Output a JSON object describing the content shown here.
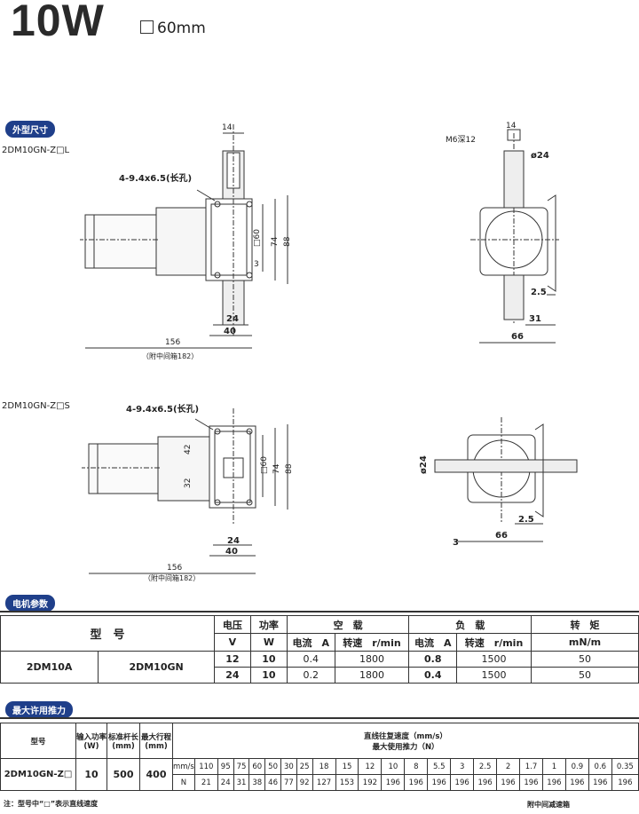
{
  "header": {
    "title": "10W",
    "size": "60mm"
  },
  "sections": {
    "dimensions": "外型尺寸",
    "motor_params": "电机参数",
    "max_thrust": "最大许用推力"
  },
  "drawing1": {
    "model": "2DM10GN-Z□L",
    "hole_note": "4-9.4x6.5(长孔)",
    "d14": "14",
    "d60": "□60",
    "d74": "74",
    "d88": "88",
    "d3": "3",
    "d24": "24",
    "d40": "40",
    "d156": "156",
    "note": "（附中间箱182）",
    "thread": "M6深12",
    "d14b": "14",
    "dia24": "ø24",
    "d25": "2.5",
    "d31": "31",
    "d66": "66"
  },
  "drawing2": {
    "model": "2DM10GN-Z□S",
    "hole_note": "4-9.4x6.5(长孔)",
    "d42": "42",
    "d32": "32",
    "d60": "□60",
    "d74": "74",
    "d88": "88",
    "d24": "24",
    "d40": "40",
    "d156": "156",
    "note": "（附中间箱182）",
    "dia24": "ø24",
    "d25": "2.5",
    "d3": "3",
    "d66": "66"
  },
  "params_table": {
    "h_model": "型　号",
    "h_voltage": "电压",
    "h_voltage_unit": "V",
    "h_power": "功率",
    "h_power_unit": "W",
    "h_noload": "空　载",
    "h_load": "负　载",
    "h_torque": "转　矩",
    "h_current": "电流　A",
    "h_speed": "转速　r/min",
    "h_torque_unit": "mN/m",
    "model_a": "2DM10A",
    "model_gn": "2DM10GN",
    "rows": [
      {
        "v": "12",
        "w": "10",
        "i0": "0.4",
        "n0": "1800",
        "i1": "0.8",
        "n1": "1500",
        "t": "50"
      },
      {
        "v": "24",
        "w": "10",
        "i0": "0.2",
        "n0": "1800",
        "i1": "0.4",
        "n1": "1500",
        "t": "50"
      }
    ]
  },
  "thrust_table": {
    "h_model": "型号",
    "h_input": "输入功率(W)",
    "h_stroke": "标准杆长(mm)",
    "h_max": "最大行程(mm)",
    "h_speed": "直线往复速度（mm/s）",
    "h_force": "最大使用推力（N）",
    "model": "2DM10GN-Z□",
    "input": "10",
    "stroke": "500",
    "maxtravel": "400",
    "unit_speed": "mm/s",
    "unit_force": "N",
    "speeds": [
      "110",
      "95",
      "75",
      "60",
      "50",
      "30",
      "25",
      "18",
      "15",
      "12",
      "10",
      "8",
      "5.5",
      "3",
      "2.5",
      "2",
      "1.7",
      "1",
      "0.9",
      "0.6",
      "0.35"
    ],
    "forces": [
      "21",
      "24",
      "31",
      "38",
      "46",
      "77",
      "92",
      "127",
      "153",
      "192",
      "196",
      "196",
      "196",
      "196",
      "196",
      "196",
      "196",
      "196",
      "196",
      "196",
      "196"
    ],
    "footnote": "注：型号中“□”表示直线速度",
    "footnote2": "附中间减速箱"
  }
}
